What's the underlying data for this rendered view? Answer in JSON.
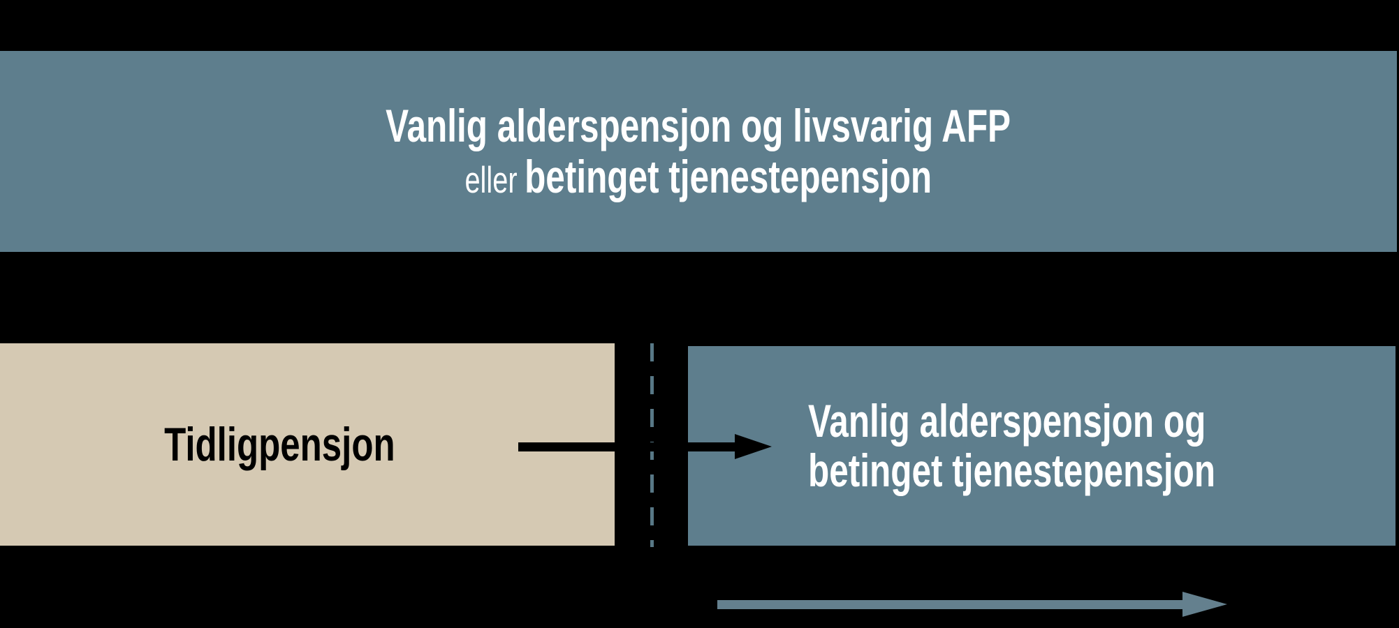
{
  "colors": {
    "background": "#000000",
    "box_blue": "#5E7E8D",
    "box_beige": "#D5C9B3",
    "dashed_line": "#587886",
    "arrow_black": "#000000",
    "arrow_blue": "#64808E",
    "text_light": "#FFFFFF",
    "text_dark": "#000000"
  },
  "top_box": {
    "line1": "Vanlig alderspensjon og livsvarig AFP",
    "line2_prefix": "eller",
    "line2_emphasis": "betinget tjenestepensjon"
  },
  "early_box": {
    "label": "Tidligpensjon"
  },
  "right_box": {
    "line1": "Vanlig alderspensjon og",
    "line2": "betinget tjenestepensjon"
  }
}
